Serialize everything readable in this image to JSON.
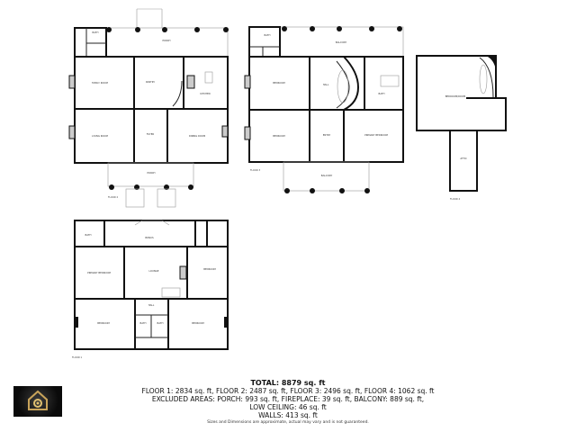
{
  "floors": {
    "floor1": {
      "label": "FLOOR 1"
    },
    "floor2": {
      "label": "FLOOR 2"
    },
    "floor3": {
      "label": "FLOOR 3"
    },
    "floor4": {
      "label": "FLOOR 4"
    }
  },
  "summary": {
    "total": "TOTAL: 8879 sq. ft",
    "floors_line": "FLOOR 1: 2834 sq. ft, FLOOR 2: 2487 sq. ft, FLOOR 3: 2496 sq. ft, FLOOR 4: 1062 sq. ft",
    "excluded_line": "EXCLUDED AREAS: PORCH: 993 sq. ft, FIREPLACE: 39 sq. ft, BALCONY: 889 sq. ft,",
    "low_ceiling_line": "LOW CEILING: 46 sq. ft",
    "walls_line": "WALLS: 413 sq. ft",
    "disclaimer": "Sizes and Dimensions are approximate, actual may vary and is not guaranteed."
  },
  "logo": {
    "name": "house-logo",
    "colors": {
      "background": "#111111",
      "accent": "#c9a45a"
    }
  }
}
